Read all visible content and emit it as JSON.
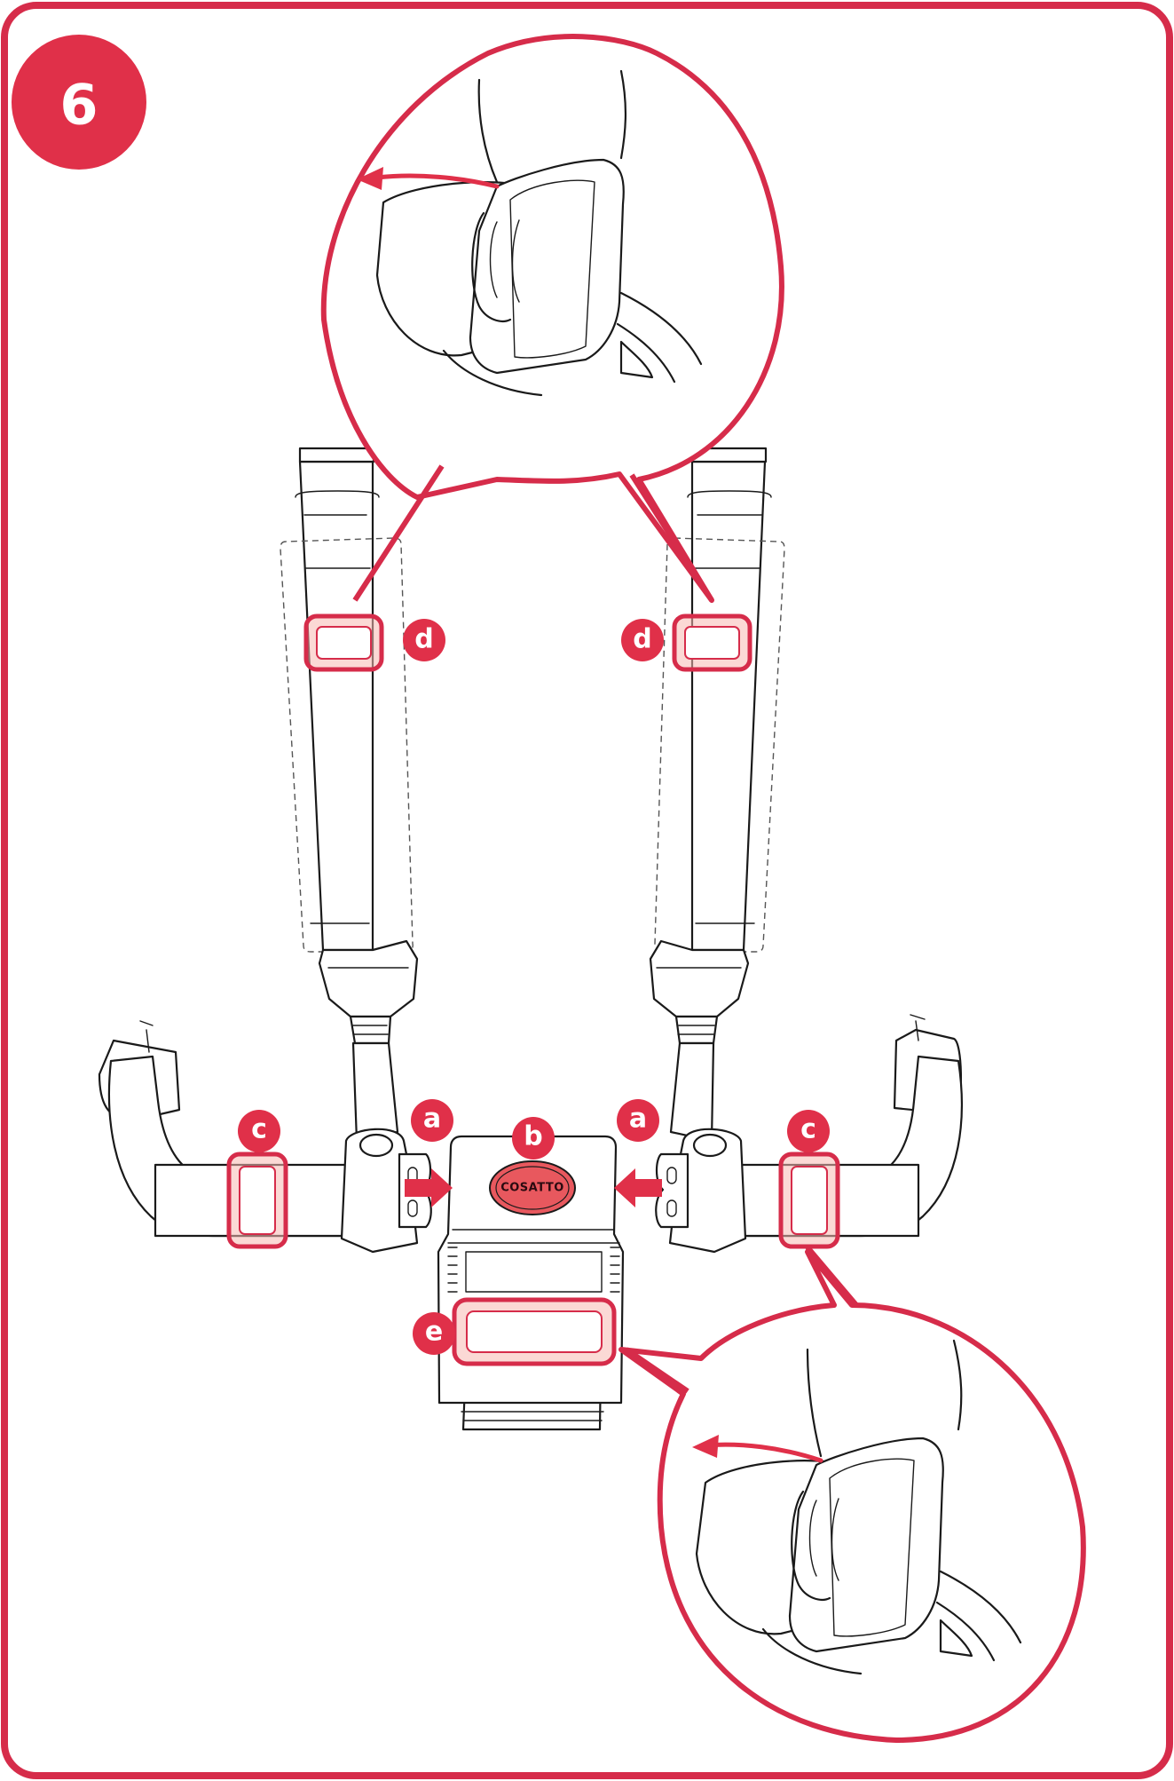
{
  "step_number": "6",
  "labels": {
    "a": "a",
    "b": "b",
    "c": "c",
    "d": "d",
    "e": "e"
  },
  "buckle_brand": "COSATTO",
  "colors": {
    "accent": "#e03049",
    "frame": "#d62c4a",
    "highlight": "#f8b9b3",
    "line": "#1a1a1a"
  }
}
